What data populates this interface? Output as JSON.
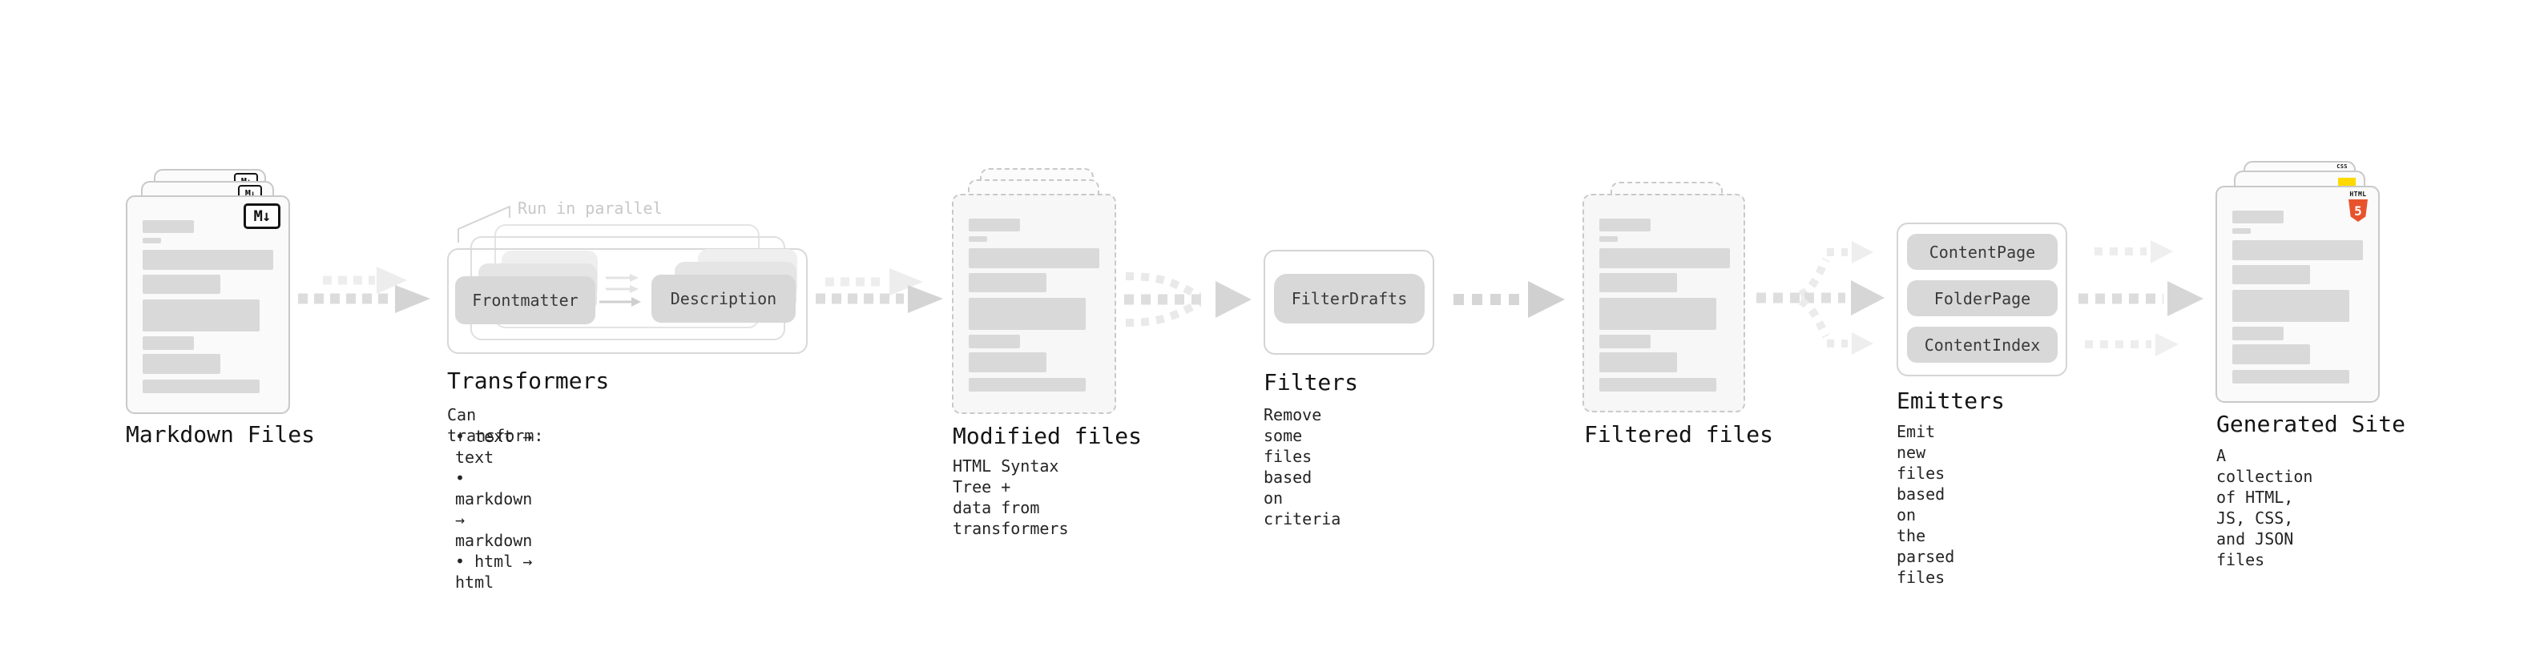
{
  "stages": {
    "markdownFiles": {
      "title": "Markdown Files"
    },
    "transformers": {
      "title": "Transformers",
      "annotation": "Run in parallel",
      "pill_frontmatter": "Frontmatter",
      "pill_description": "Description",
      "subtitle": "Can transform:",
      "bullets": [
        "• text → text",
        "• markdown → markdown",
        "• html → html"
      ]
    },
    "modifiedFiles": {
      "title": "Modified files",
      "subtitle": "HTML Syntax Tree +\ndata from transformers"
    },
    "filters": {
      "title": "Filters",
      "pill": "FilterDrafts",
      "subtitle": "Remove some files based\non criteria"
    },
    "filteredFiles": {
      "title": "Filtered files"
    },
    "emitters": {
      "title": "Emitters",
      "pills": [
        "ContentPage",
        "FolderPage",
        "ContentIndex"
      ],
      "subtitle": "Emit new files based on\nthe parsed files"
    },
    "generatedSite": {
      "title": "Generated Site",
      "subtitle": "A collection of HTML,\nJS, CSS, and JSON files"
    }
  },
  "icons": {
    "markdown_badge": "M↓",
    "css_badge": "CSS",
    "html5_badge_text": "HTML",
    "html5_badge_number": "5"
  },
  "colors": {
    "html5_orange": "#e8532c",
    "js_yellow": "#ffd900",
    "css_blue": "#2962ff",
    "placeholder_bar": "#d9d9d9",
    "pill_gray": "#d8d8d8",
    "arrow_gray": "#d4d4d4"
  }
}
